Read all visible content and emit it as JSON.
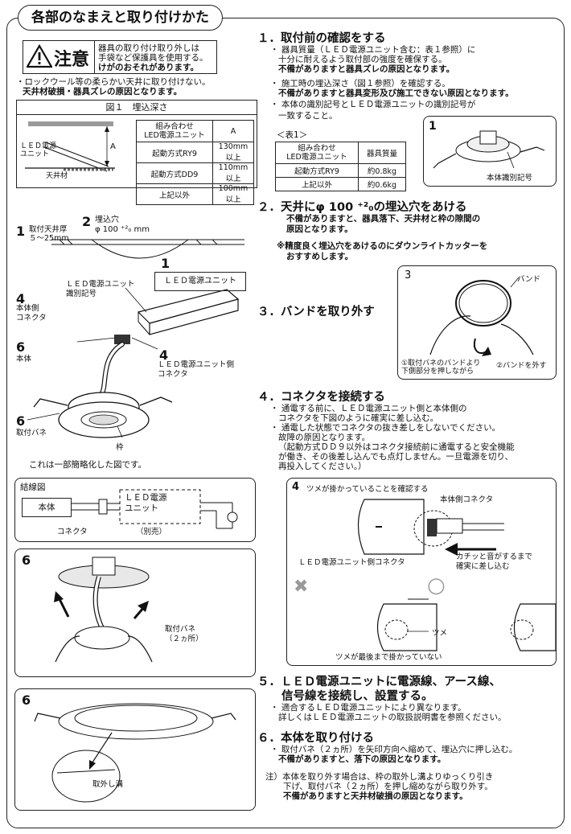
{
  "title": "各部のなまえと取り付けかた",
  "caution": {
    "label": "注意",
    "text_lines": [
      "器具の取り付け取り外しは",
      "手袋など保護具を使用する。",
      "けがのおそれがあります。"
    ]
  },
  "rockwool": {
    "line1": "・ロックウール等の柔らかい天井に取り付けない。",
    "line2": "天井材破損・器具ズレの原因となります。"
  },
  "fig1": {
    "title": "図１　埋込深さ",
    "label_unit": "ＬＥＤ電源\nユニット",
    "label_ceiling": "天井材",
    "label_a": "A",
    "table_header": [
      "組み合わせ\nLED電源ユニット",
      "A"
    ],
    "rows": [
      [
        "起動方式RY9",
        "130mm以上"
      ],
      [
        "起動方式DD9",
        "110mm以上"
      ],
      [
        "上記以外",
        "100mm以上"
      ]
    ]
  },
  "diagram": {
    "n1": "1",
    "n1_text": "取付天井厚\n５～25mm",
    "n2": "2",
    "n2_text": "埋込穴\nφ 100 ⁺²₀ mm",
    "n1b": "1",
    "unit_box": "ＬＥＤ電源ユニット",
    "unit_label": "ＬＥＤ電源ユニット\n識別記号",
    "n4": "4",
    "body_conn": "本体側\nコネクタ",
    "n4b": "4",
    "unit_conn": "ＬＥＤ電源ユニット側\nコネクタ",
    "n6": "6",
    "body": "本体",
    "n6b": "6",
    "spring": "取付バネ",
    "frame": "枠",
    "note": "これは一部簡略化した図です。"
  },
  "wiring": {
    "title": "結線図",
    "body": "本体",
    "unit": "ＬＥＤ電源\nユニット",
    "connector": "コネクタ",
    "separate": "（別売）"
  },
  "fig6a": {
    "num": "6",
    "label": "取付バネ\n（２ヵ所）"
  },
  "fig6b": {
    "num": "6",
    "label": "取外し溝"
  },
  "s1": {
    "heading": "１．取付前の確認をする",
    "b1": "・ 器具質量（ＬＥＤ電源ユニット含む：表１参照）に",
    "b1b": "十分に耐えるよう取付部の強度を確保する。",
    "b1c": "不備がありますと器具ズレの原因となります。",
    "b2": "・ 施工時の埋込深さ（図１参照）を確認する。",
    "b2b": "不備がありますと器具変形及び施工できない原因となります。",
    "b3": "・ 本体の識別記号とＬＥＤ電源ユニットの識別記号が",
    "b3b": "一致すること。",
    "table_title": "＜表1＞",
    "table_header": [
      "組み合わせ\nLED電源ユニット",
      "器具質量"
    ],
    "rows": [
      [
        "起動方式RY9",
        "約0.8kg"
      ],
      [
        "上記以外",
        "約0.6kg"
      ]
    ],
    "fig_num": "1",
    "fig_label": "本体識別記号"
  },
  "s2": {
    "heading": "２．天井にφ 100 ⁺²₀の埋込穴をあける",
    "b1": "不備がありますと、器具落下、天井材と枠の隙間の",
    "b1b": "原因となります。",
    "b2": "※精度良く埋込穴をあけるのにダウンライトカッターを",
    "b2b": "おすすめします。"
  },
  "s3": {
    "heading": "３．バンドを取り外す",
    "fig_num": "3",
    "band": "バンド",
    "cap1": "①取付バネのバンドより\n下側部分を押しながら",
    "cap2": "②バンドを外す"
  },
  "s4": {
    "heading": "４．コネクタを接続する",
    "b1": "・ 通電する前に、ＬＥＤ電源ユニット側と本体側の",
    "b1b": "コネクタを下図のように確実に差し込む。",
    "b2": "・ 通電した状態でコネクタの抜き差しをしないでください。",
    "b2b": "故障の原因となります。",
    "b3": "（起動方式ＤＤ９以外はコネクタ接続前に通電すると安全機能",
    "b3b": "が働き、その後差し込んでも点灯しません。一旦電源を切り、",
    "b3c": "再投入してください。）",
    "fig_num": "4",
    "fig_title": "ツメが掛かっていることを確認する",
    "body_conn": "本体側コネクタ",
    "unit_conn": "ＬＥＤ電源ユニット側コネクタ",
    "click": "カチッと音がするまで\n確実に差し込む",
    "ng": "✖",
    "ok": "○",
    "tsume": "ツメ",
    "not_hooked": "ツメが最後まで掛かっていない"
  },
  "s5": {
    "heading": "５．ＬＥＤ電源ユニットに電源線、アース線、",
    "heading2": "信号線を接続し、設置する。",
    "b1": "・ 適合するＬＥＤ電源ユニットにより異なります。",
    "b1b": "詳しくはＬＥＤ電源ユニットの取扱説明書を参照ください。"
  },
  "s6": {
    "heading": "６．本体を取り付ける",
    "b1": "・ 取付バネ（２ヵ所）を矢印方向へ縮めて、埋込穴に押し込む。",
    "b1b": "不備がありますと、落下の原因となります。",
    "n1": "注）本体を取り外す場合は、枠の取外し溝よりゆっくり引き",
    "n1b": "下げ、取付バネ（２ヵ所）を押し縮めながら取り外す。",
    "n1c": "不備がありますと天井材破損の原因となります。"
  }
}
